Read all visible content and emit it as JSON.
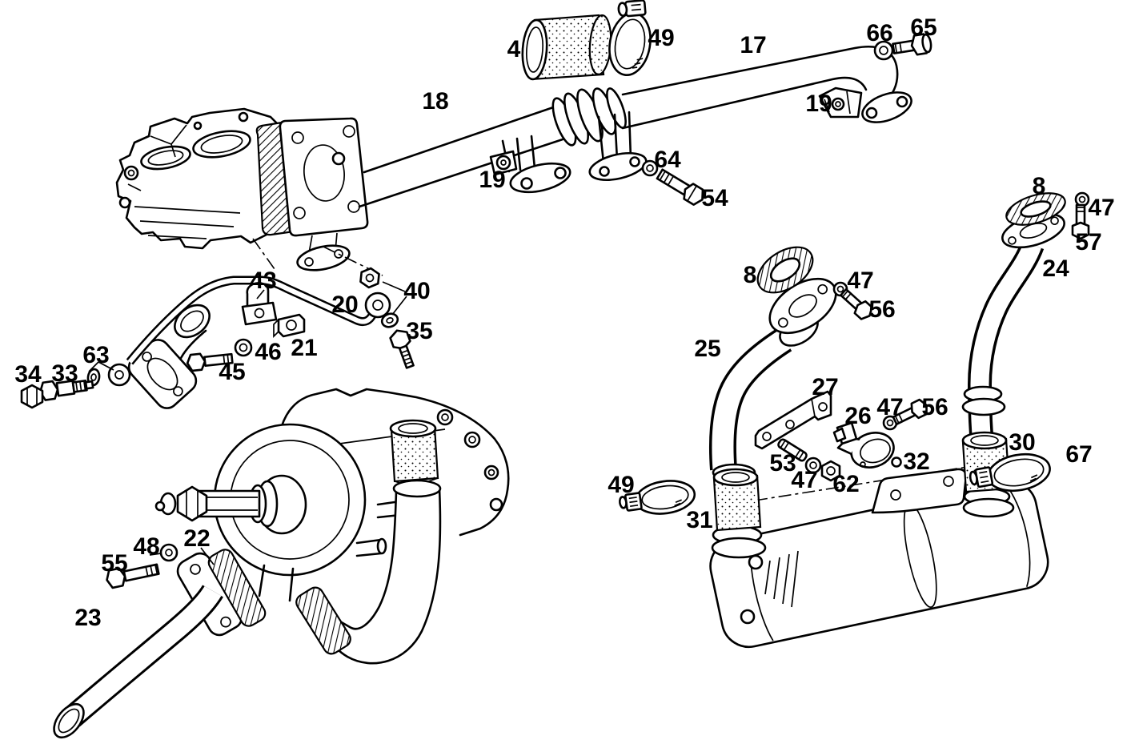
{
  "diagram": {
    "background": "#ffffff",
    "ink": "#000000",
    "description_labels_note": "numeric part callouts visible in drawing",
    "labels": [
      {
        "part": "4"
      },
      {
        "part": "49"
      },
      {
        "part": "17"
      },
      {
        "part": "66"
      },
      {
        "part": "65"
      },
      {
        "part": "19"
      },
      {
        "part": "18"
      },
      {
        "part": "19"
      },
      {
        "part": "64"
      },
      {
        "part": "54"
      },
      {
        "part": "8"
      },
      {
        "part": "47"
      },
      {
        "part": "57"
      },
      {
        "part": "24"
      },
      {
        "part": "8"
      },
      {
        "part": "47"
      },
      {
        "part": "56"
      },
      {
        "part": "25"
      },
      {
        "part": "43"
      },
      {
        "part": "40"
      },
      {
        "part": "20"
      },
      {
        "part": "35"
      },
      {
        "part": "21"
      },
      {
        "part": "46"
      },
      {
        "part": "45"
      },
      {
        "part": "63"
      },
      {
        "part": "34"
      },
      {
        "part": "33"
      },
      {
        "part": "27"
      },
      {
        "part": "26"
      },
      {
        "part": "47"
      },
      {
        "part": "56"
      },
      {
        "part": "53"
      },
      {
        "part": "47"
      },
      {
        "part": "62"
      },
      {
        "part": "32"
      },
      {
        "part": "30"
      },
      {
        "part": "67"
      },
      {
        "part": "49"
      },
      {
        "part": "31"
      },
      {
        "part": "22"
      },
      {
        "part": "48"
      },
      {
        "part": "55"
      },
      {
        "part": "23"
      }
    ]
  }
}
